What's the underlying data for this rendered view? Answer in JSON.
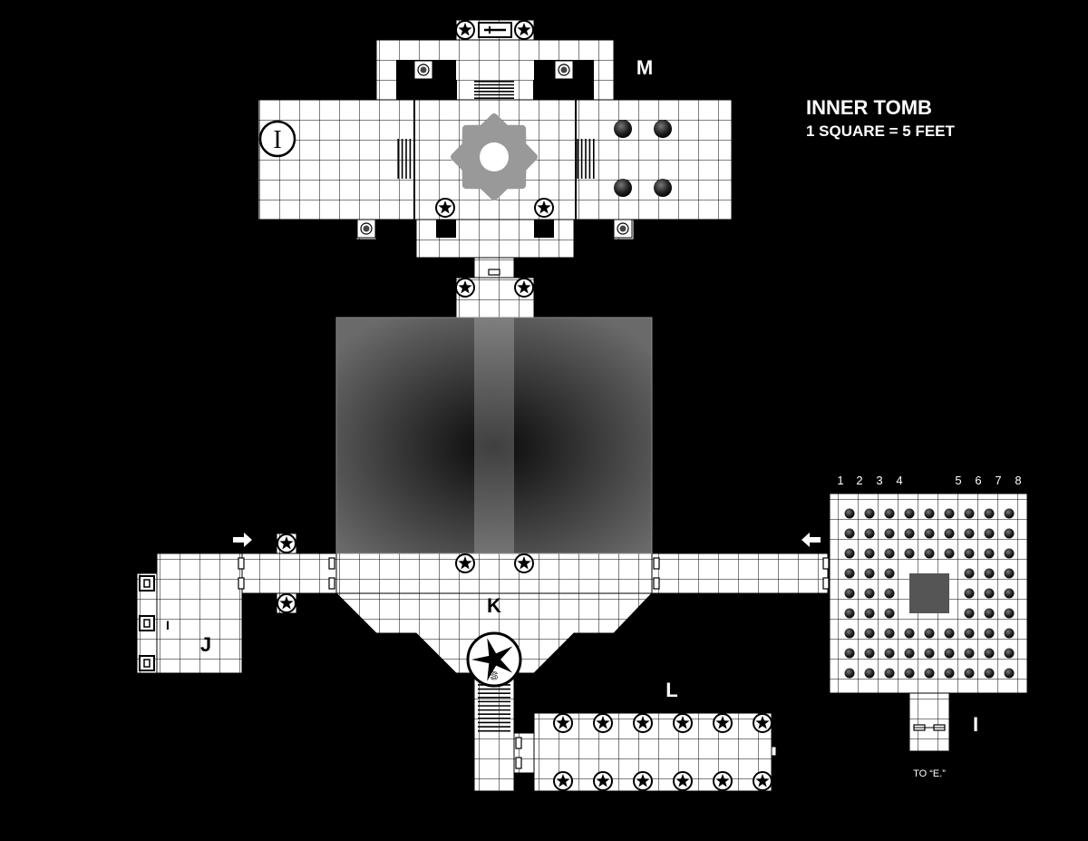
{
  "map": {
    "title": "INNER TOMB",
    "scale": "1 SQUARE = 5 FEET",
    "room_labels": [
      "M",
      "K",
      "J",
      "L",
      "I"
    ],
    "column_numbers": [
      "1",
      "2",
      "3",
      "4",
      "5",
      "6",
      "7",
      "8"
    ],
    "exit_note": "TO “E.”",
    "compass_letter": "S",
    "sign_letter": "I"
  }
}
